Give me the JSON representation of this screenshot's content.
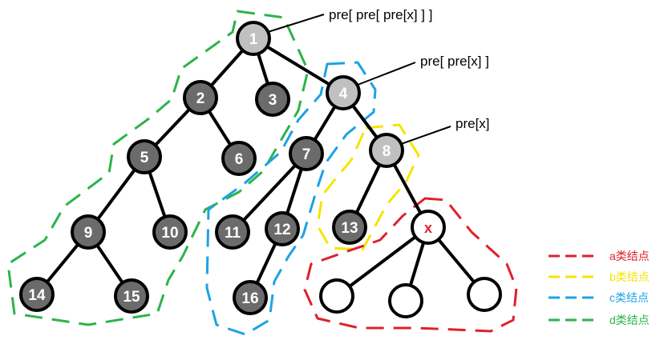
{
  "nodes": [
    {
      "id": "1",
      "label": "1",
      "style": "light"
    },
    {
      "id": "2",
      "label": "2",
      "style": "dark"
    },
    {
      "id": "3",
      "label": "3",
      "style": "dark"
    },
    {
      "id": "4",
      "label": "4",
      "style": "light"
    },
    {
      "id": "5",
      "label": "5",
      "style": "dark"
    },
    {
      "id": "6",
      "label": "6",
      "style": "dark"
    },
    {
      "id": "7",
      "label": "7",
      "style": "dark"
    },
    {
      "id": "8",
      "label": "8",
      "style": "light"
    },
    {
      "id": "9",
      "label": "9",
      "style": "dark"
    },
    {
      "id": "10",
      "label": "10",
      "style": "dark"
    },
    {
      "id": "11",
      "label": "11",
      "style": "dark"
    },
    {
      "id": "12",
      "label": "12",
      "style": "dark"
    },
    {
      "id": "13",
      "label": "13",
      "style": "dark"
    },
    {
      "id": "x",
      "label": "x",
      "style": "x"
    },
    {
      "id": "14",
      "label": "14",
      "style": "dark"
    },
    {
      "id": "15",
      "label": "15",
      "style": "dark"
    },
    {
      "id": "16",
      "label": "16",
      "style": "dark"
    },
    {
      "id": "c1",
      "label": "",
      "style": "empty"
    },
    {
      "id": "c2",
      "label": "",
      "style": "empty"
    },
    {
      "id": "c3",
      "label": "",
      "style": "empty"
    }
  ],
  "edges": [
    [
      "1",
      "2"
    ],
    [
      "1",
      "3"
    ],
    [
      "1",
      "4"
    ],
    [
      "2",
      "5"
    ],
    [
      "2",
      "6"
    ],
    [
      "4",
      "7"
    ],
    [
      "4",
      "8"
    ],
    [
      "5",
      "9"
    ],
    [
      "5",
      "10"
    ],
    [
      "7",
      "11"
    ],
    [
      "7",
      "12"
    ],
    [
      "8",
      "13"
    ],
    [
      "8",
      "x"
    ],
    [
      "9",
      "14"
    ],
    [
      "9",
      "15"
    ],
    [
      "12",
      "16"
    ],
    [
      "x",
      "c1"
    ],
    [
      "x",
      "c2"
    ],
    [
      "x",
      "c3"
    ]
  ],
  "annotations": [
    {
      "node": "1",
      "text": "pre[ pre[ pre[x] ] ]"
    },
    {
      "node": "4",
      "text": "pre[ pre[x] ]"
    },
    {
      "node": "8",
      "text": "pre[x]"
    }
  ],
  "legend": [
    {
      "label": "a类结点",
      "color": "#e0202a"
    },
    {
      "label": "b类结点",
      "color": "#f5e400"
    },
    {
      "label": "c类结点",
      "color": "#1ca3e3"
    },
    {
      "label": "d类结点",
      "color": "#2db34a"
    }
  ],
  "colors": {
    "dark_node": "#6b6b6b",
    "light_node": "#c0c0c0",
    "outline": "#000000",
    "edge": "#000000",
    "x_label": "#e0202a"
  }
}
